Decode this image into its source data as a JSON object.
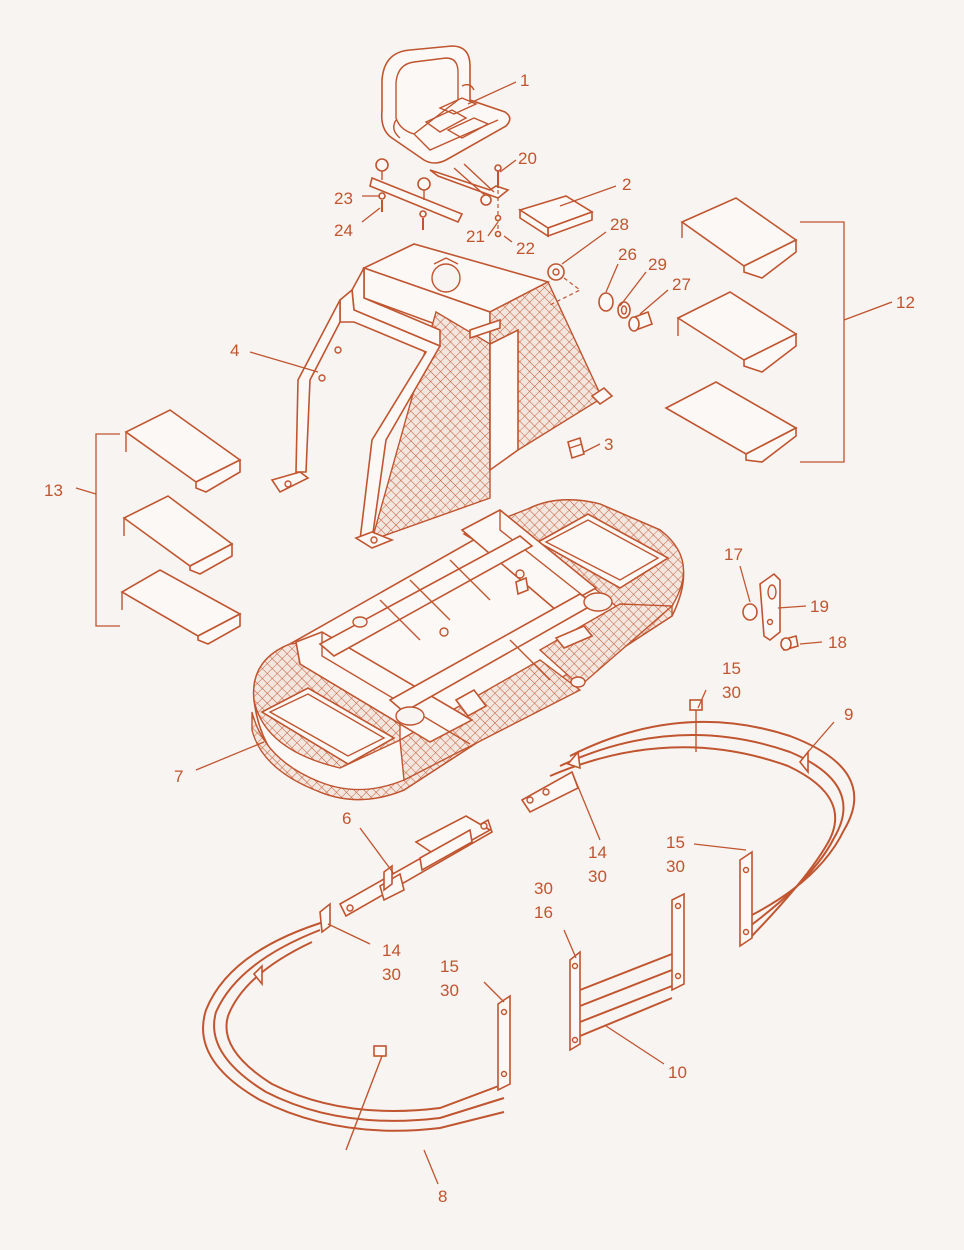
{
  "callouts": [
    {
      "id": "c1",
      "label": "1"
    },
    {
      "id": "c2",
      "label": "2"
    },
    {
      "id": "c3",
      "label": "3"
    },
    {
      "id": "c4",
      "label": "4"
    },
    {
      "id": "c6",
      "label": "6"
    },
    {
      "id": "c7",
      "label": "7"
    },
    {
      "id": "c8",
      "label": "8"
    },
    {
      "id": "c9",
      "label": "9"
    },
    {
      "id": "c10",
      "label": "10"
    },
    {
      "id": "c12",
      "label": "12"
    },
    {
      "id": "c13",
      "label": "13"
    },
    {
      "id": "c14a",
      "label": "14"
    },
    {
      "id": "c30a",
      "label": "30"
    },
    {
      "id": "c14b",
      "label": "14"
    },
    {
      "id": "c30b",
      "label": "30"
    },
    {
      "id": "c15a",
      "label": "15"
    },
    {
      "id": "c30c",
      "label": "30"
    },
    {
      "id": "c15b",
      "label": "15"
    },
    {
      "id": "c30d",
      "label": "30"
    },
    {
      "id": "c15c",
      "label": "15"
    },
    {
      "id": "c30e",
      "label": "30"
    },
    {
      "id": "c30f",
      "label": "30"
    },
    {
      "id": "c16",
      "label": "16"
    },
    {
      "id": "c17",
      "label": "17"
    },
    {
      "id": "c18",
      "label": "18"
    },
    {
      "id": "c19",
      "label": "19"
    },
    {
      "id": "c20",
      "label": "20"
    },
    {
      "id": "c21",
      "label": "21"
    },
    {
      "id": "c22",
      "label": "22"
    },
    {
      "id": "c23",
      "label": "23"
    },
    {
      "id": "c24",
      "label": "24"
    },
    {
      "id": "c26",
      "label": "26"
    },
    {
      "id": "c27",
      "label": "27"
    },
    {
      "id": "c28",
      "label": "28"
    },
    {
      "id": "c29",
      "label": "29"
    }
  ],
  "colors": {
    "line": "#c0552f",
    "background": "#f7f4f2"
  }
}
